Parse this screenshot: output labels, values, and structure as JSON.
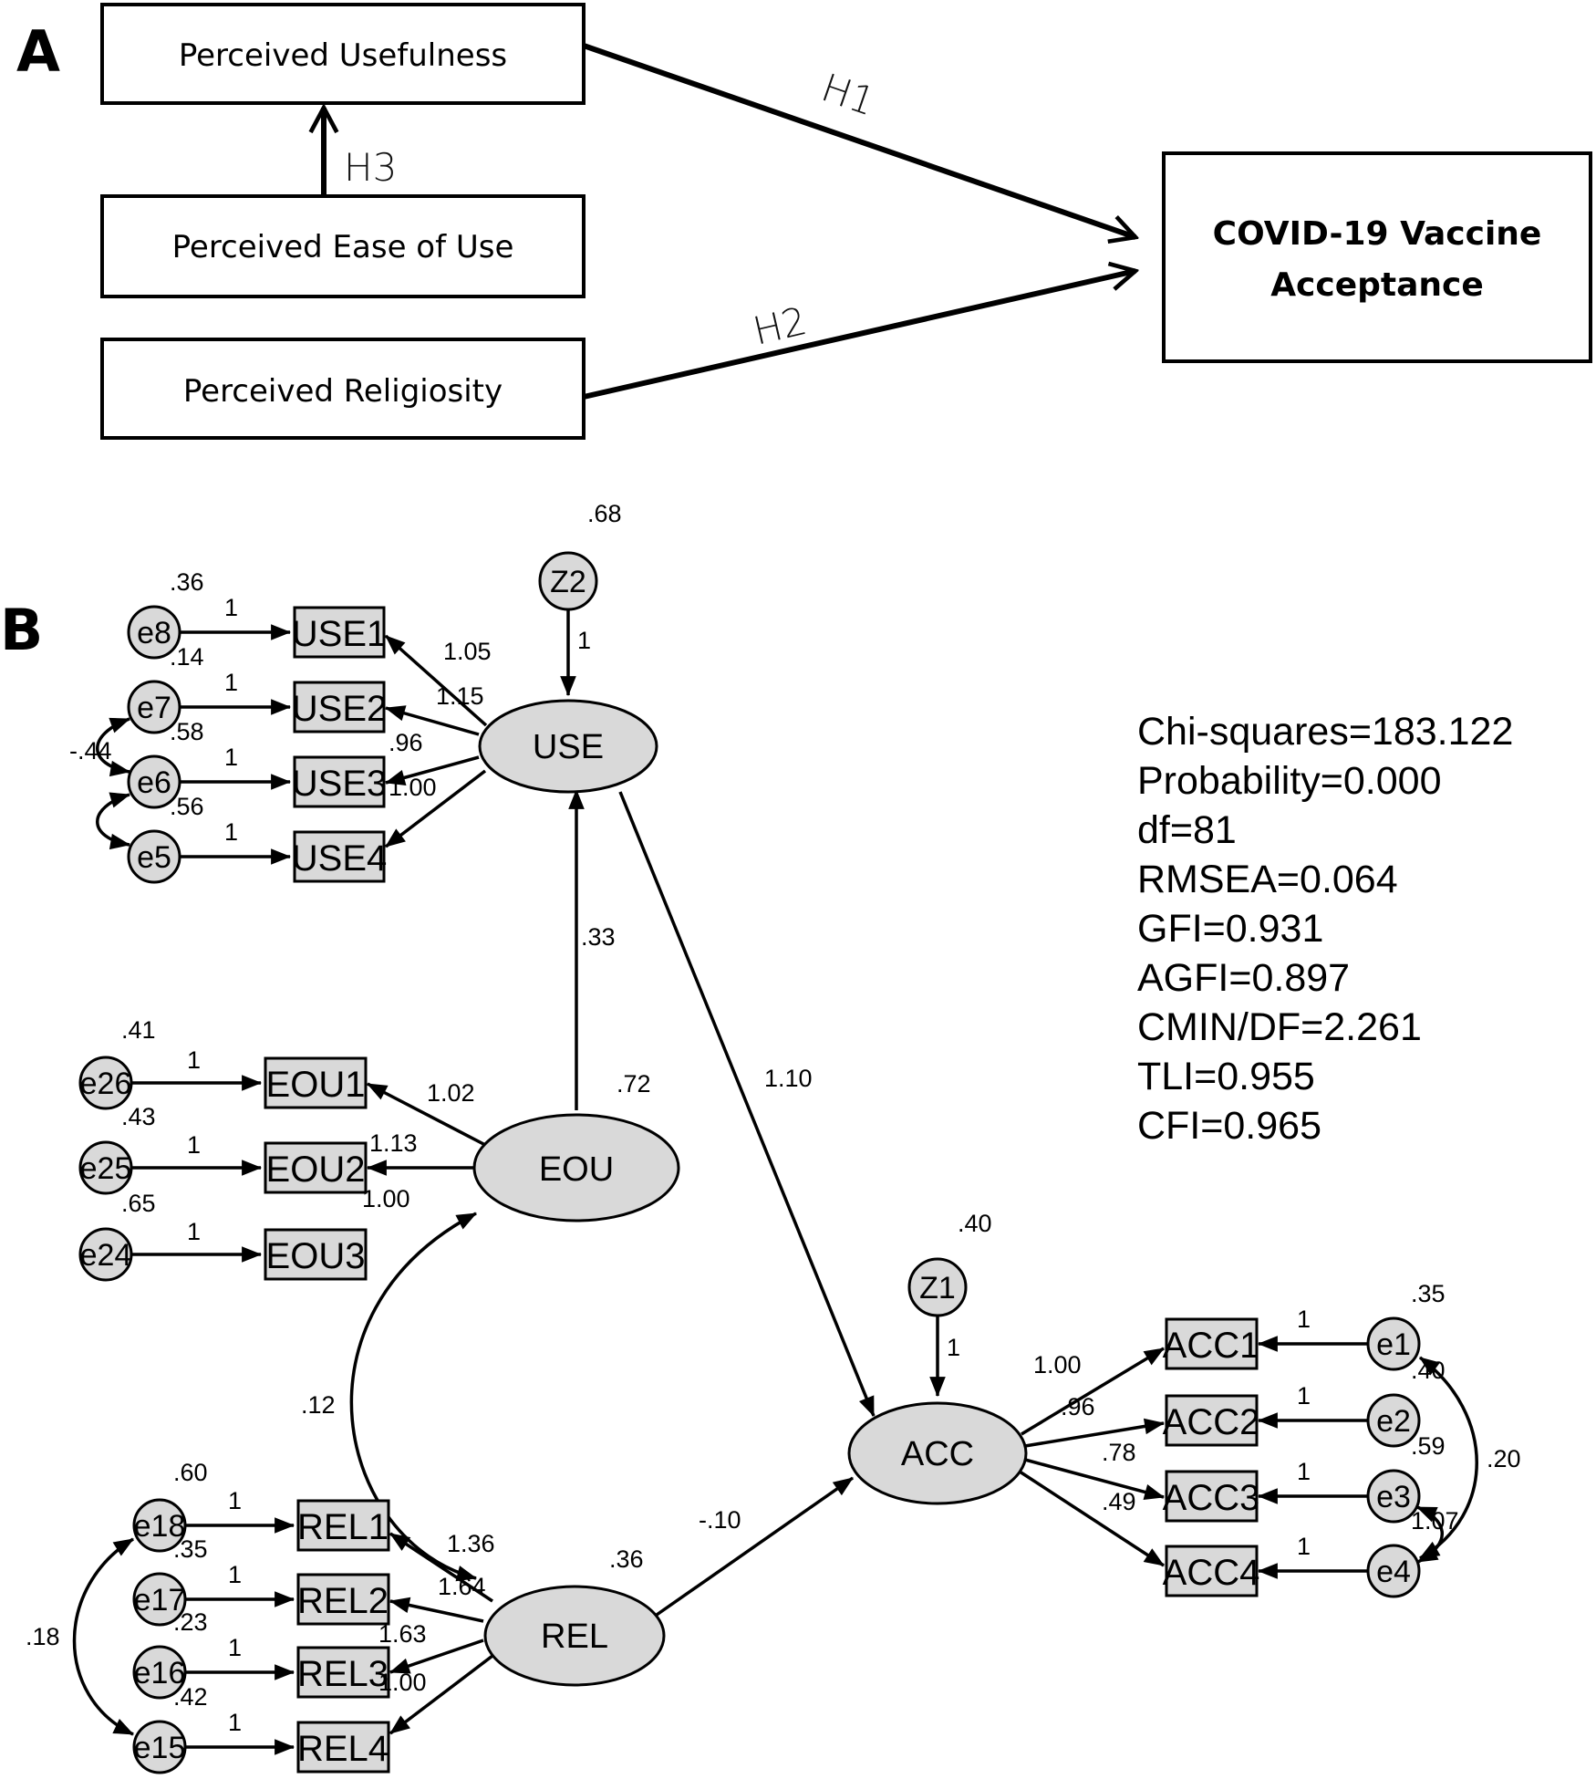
{
  "panel_a": {
    "letter": "A",
    "boxes": {
      "usefulness": "Perceived Usefulness",
      "ease": "Perceived Ease of Use",
      "religiosity": "Perceived Religiosity"
    },
    "target": {
      "line1": "COVID-19 Vaccine",
      "line2": "Acceptance"
    },
    "hypotheses": {
      "h1": "H1",
      "h2": "H2",
      "h3": "H3"
    }
  },
  "panel_b": {
    "letter": "B",
    "latents": {
      "use": "USE",
      "eou": "EOU",
      "rel": "REL",
      "acc": "ACC",
      "z1": "Z1",
      "z2": "Z2",
      "z1_var": ".40",
      "z2_var": ".68",
      "z1_path": "1",
      "z2_path": "1"
    },
    "use_block": {
      "indicators": [
        "USE1",
        "USE2",
        "USE3",
        "USE4"
      ],
      "errors": [
        "e8",
        "e7",
        "e6",
        "e5"
      ],
      "error_vars": [
        ".36",
        ".14",
        ".58",
        ".56"
      ],
      "error_paths": [
        "1",
        "1",
        "1",
        "1"
      ],
      "loadings": [
        "1.05",
        "1.15",
        ".96",
        "1.00"
      ],
      "cov": "-.44"
    },
    "eou_block": {
      "indicators": [
        "EOU1",
        "EOU2",
        "EOU3"
      ],
      "errors": [
        "e26",
        "e25",
        "e24"
      ],
      "error_vars": [
        ".41",
        ".43",
        ".65"
      ],
      "error_paths": [
        "1",
        "1",
        "1"
      ],
      "loadings": [
        "1.02",
        "1.13",
        "1.00"
      ],
      "var": ".72"
    },
    "rel_block": {
      "indicators": [
        "REL1",
        "REL2",
        "REL3",
        "REL4"
      ],
      "errors": [
        "e18",
        "e17",
        "e16",
        "e15"
      ],
      "error_vars": [
        ".60",
        ".35",
        ".23",
        ".42"
      ],
      "error_paths": [
        "1",
        "1",
        "1",
        "1"
      ],
      "loadings": [
        "1.36",
        "1.64",
        "1.63",
        "1.00"
      ],
      "var": ".36",
      "cov": ".18"
    },
    "acc_block": {
      "indicators": [
        "ACC1",
        "ACC2",
        "ACC3",
        "ACC4"
      ],
      "errors": [
        "e1",
        "e2",
        "e3",
        "e4"
      ],
      "error_vars": [
        ".35",
        ".40",
        ".59",
        "1.07"
      ],
      "error_paths": [
        "1",
        "1",
        "1",
        "1"
      ],
      "loadings": [
        "1.00",
        ".96",
        ".78",
        ".49"
      ],
      "cov": ".20"
    },
    "structural": {
      "eou_use": ".33",
      "use_acc": "1.10",
      "rel_acc": "-.10",
      "eou_rel": ".12"
    },
    "fit": [
      "Chi-squares=183.122",
      "Probability=0.000",
      "df=81",
      "RMSEA=0.064",
      "GFI=0.931",
      "AGFI=0.897",
      "CMIN/DF=2.261",
      "TLI=0.955",
      "CFI=0.965"
    ]
  }
}
